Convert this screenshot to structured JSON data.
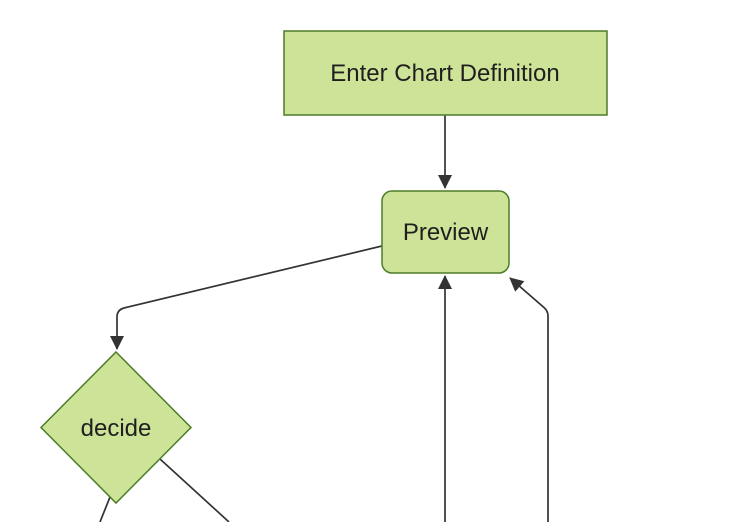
{
  "diagram": {
    "type": "flowchart",
    "direction": "top-down",
    "nodes": [
      {
        "id": "A",
        "label": "Enter Chart Definition",
        "shape": "rectangle"
      },
      {
        "id": "B",
        "label": "Preview",
        "shape": "rounded-rectangle"
      },
      {
        "id": "C",
        "label": "decide",
        "shape": "diamond"
      }
    ],
    "edges": [
      {
        "from": "Enter Chart Definition",
        "to": "Preview",
        "arrowhead": true
      },
      {
        "from": "Preview",
        "to": "decide",
        "arrowhead": true
      },
      {
        "from": "offscreen-bottom",
        "to": "Preview",
        "arrowhead": true
      },
      {
        "from": "offscreen-bottom-right",
        "to": "Preview",
        "arrowhead": true
      },
      {
        "from": "decide",
        "to": "offscreen-bottom-left",
        "arrowhead": false
      },
      {
        "from": "decide",
        "to": "offscreen-bottom-right",
        "arrowhead": false
      }
    ]
  },
  "colors": {
    "background": "#ffffff",
    "node_fill": "#cde498",
    "node_stroke": "#4d7c28",
    "edge_color": "#333333",
    "text_color": "#1f1f1f"
  }
}
